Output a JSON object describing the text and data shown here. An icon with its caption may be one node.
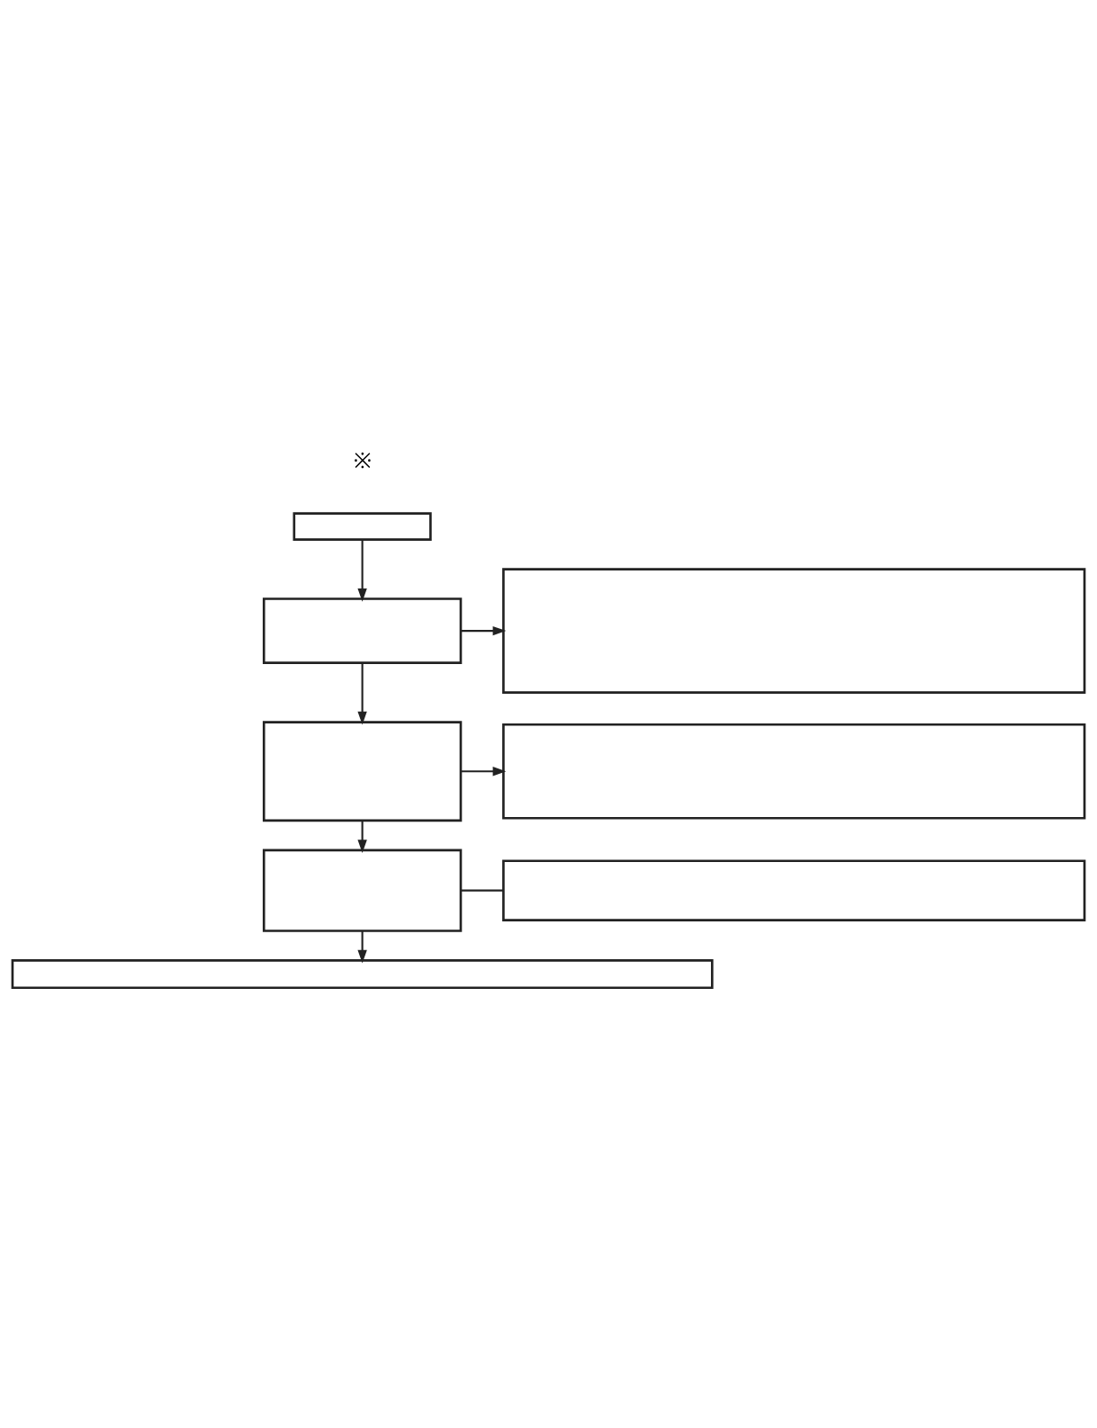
{
  "diagram": {
    "nodes": [
      {
        "text": [],
        "shape": "box"
      },
      {
        "text": [],
        "shape": "box"
      },
      {
        "text": [],
        "shape": "box"
      },
      {
        "text": [],
        "shape": "box"
      },
      {
        "text": [],
        "shape": "box"
      },
      {
        "text": [],
        "shape": "box"
      },
      {
        "text": [],
        "shape": "box"
      },
      {
        "text": [],
        "shape": "box"
      }
    ],
    "edges": [
      {
        "from": 0,
        "to": 1,
        "arrow": "to"
      },
      {
        "from": 1,
        "to": 2,
        "arrow": "to"
      },
      {
        "from": 1,
        "to": 3,
        "arrow": "to"
      },
      {
        "from": 3,
        "to": 4,
        "arrow": "to"
      },
      {
        "from": 3,
        "to": 5,
        "arrow": "to"
      },
      {
        "from": 5,
        "to": 6,
        "arrow": "none"
      },
      {
        "from": 5,
        "to": 7,
        "arrow": "to"
      }
    ],
    "labels": [
      "※"
    ]
  }
}
